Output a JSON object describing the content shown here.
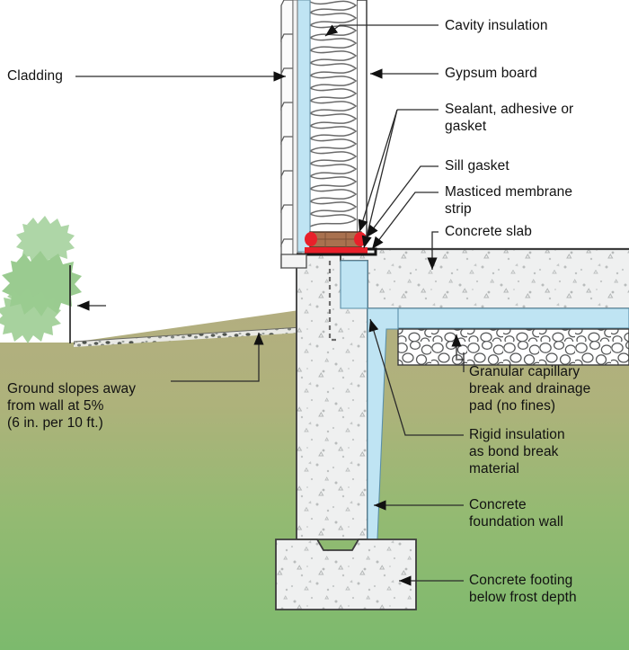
{
  "diagram": {
    "title": "Slab-on-grade foundation wall assembly detail",
    "type": "building-construction-section"
  },
  "labels": {
    "cavity_insulation": "Cavity insulation",
    "gypsum_board": "Gypsum board",
    "sealant": "Sealant, adhesive or\ngasket",
    "sill_gasket": "Sill gasket",
    "masticed_membrane": "Masticed membrane\nstrip",
    "concrete_slab": "Concrete slab",
    "cladding": "Cladding",
    "ground_slopes": "Ground slopes away\nfrom wall at 5%\n(6 in. per 10 ft.)",
    "granular_break": "Granular capillary\nbreak and drainage\npad (no fines)",
    "rigid_insulation": "Rigid insulation\nas bond break\nmaterial",
    "foundation_wall": "Concrete\nfoundation wall",
    "footing": "Concrete footing\nbelow frost depth"
  },
  "colors": {
    "rigid_insulation_blue": "#bfe4f3",
    "soil_top": "#b3ae80",
    "soil_bottom": "#7cba6d",
    "concrete": "#eff0f0",
    "sill_plate_wood": "#a9714f",
    "sealant_red": "#e8202a",
    "shrub_green": "#95c98b",
    "leader_line": "#3a3a3a",
    "outline": "#4a4a4a",
    "gravel": "#ffffff"
  },
  "materials": [
    {
      "name": "cladding",
      "kind": "lap-siding"
    },
    {
      "name": "air-barrier",
      "kind": "sheathing-membrane"
    },
    {
      "name": "cavity-insulation",
      "kind": "batt"
    },
    {
      "name": "gypsum-board",
      "kind": "board"
    },
    {
      "name": "sill-plate",
      "kind": "wood"
    },
    {
      "name": "sill-gasket",
      "kind": "gasket"
    },
    {
      "name": "masticed-membrane-strip",
      "kind": "membrane"
    },
    {
      "name": "concrete-slab",
      "kind": "concrete"
    },
    {
      "name": "granular-capillary-break",
      "kind": "aggregate-no-fines"
    },
    {
      "name": "rigid-insulation",
      "kind": "rigid-foam"
    },
    {
      "name": "concrete-foundation-wall",
      "kind": "concrete"
    },
    {
      "name": "concrete-footing",
      "kind": "concrete"
    },
    {
      "name": "soil",
      "kind": "earth"
    },
    {
      "name": "shrub",
      "kind": "vegetation"
    }
  ]
}
